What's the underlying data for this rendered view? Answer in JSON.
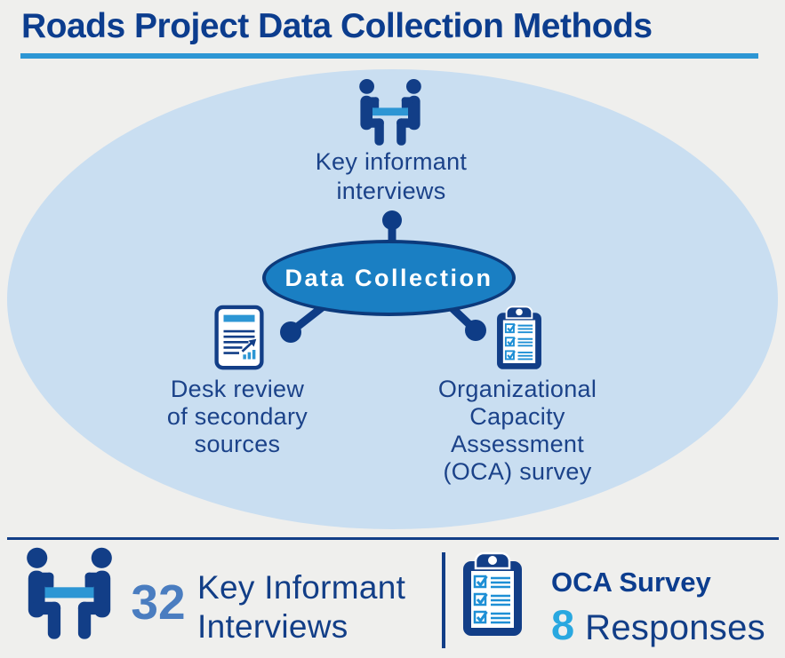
{
  "title": "Roads Project Data Collection Methods",
  "colors": {
    "background": "#efefed",
    "navy": "#123e87",
    "title_navy": "#0c3d8e",
    "light_blue_ellipse": "#c9def1",
    "center_ellipse_fill": "#1a7fc3",
    "center_ellipse_border": "#0c3a7c",
    "accent_blue": "#2d96d4",
    "checkbox_blue": "#1e8fd5",
    "count_steel_blue": "#4a7dc0",
    "count_bright_blue": "#29a8e0",
    "white": "#ffffff"
  },
  "diagram": {
    "center_label": "Data Collection",
    "kii": {
      "icon": "interview-icon",
      "line1": "Key informant",
      "line2": "interviews"
    },
    "desk": {
      "icon": "document-icon",
      "line1": "Desk review",
      "line2": "of secondary",
      "line3": "sources"
    },
    "oca": {
      "icon": "clipboard-icon",
      "line1": "Organizational",
      "line2": "Capacity",
      "line3": "Assessment",
      "line4": "(OCA) survey"
    }
  },
  "footer": {
    "kii_count": "32",
    "kii_line1": "Key Informant",
    "kii_line2": "Interviews",
    "oca_title": "OCA Survey",
    "oca_count": "8",
    "oca_label": "Responses"
  }
}
